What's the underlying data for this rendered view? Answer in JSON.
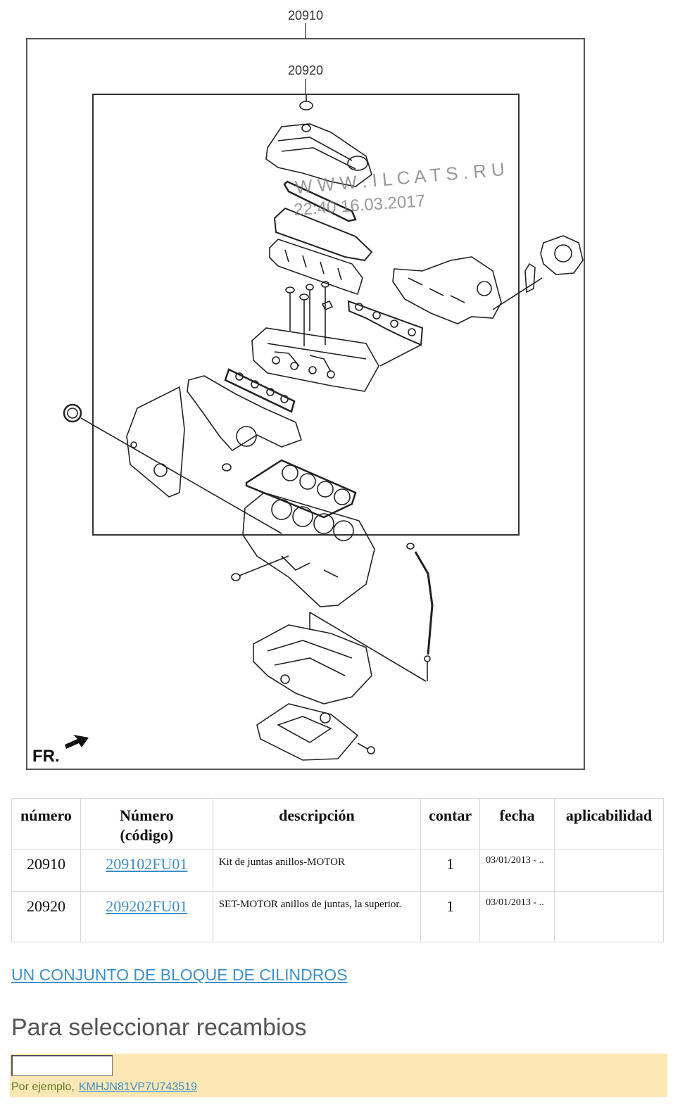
{
  "diagram": {
    "outer_label": "20910",
    "inner_label": "20920",
    "watermark_site": "W W W . I L C A T S . R U",
    "watermark_date": "22:40 16.03.2017",
    "front_label": "FR."
  },
  "table": {
    "headers": {
      "numero": "número",
      "codigo_line1": "Número",
      "codigo_line2": "(código)",
      "descripcion": "descripción",
      "contar": "contar",
      "fecha": "fecha",
      "aplicabilidad": "aplicabilidad"
    },
    "rows": [
      {
        "numero": "20910",
        "codigo": "209102FU01",
        "descripcion": "Kit de juntas anillos-MOTOR",
        "contar": "1",
        "fecha": "03/01/2013 - ..",
        "aplicabilidad": ""
      },
      {
        "numero": "20920",
        "codigo": "209202FU01",
        "descripcion": "SET-MOTOR anillos de juntas, la superior.",
        "contar": "1",
        "fecha": "03/01/2013 - ..",
        "aplicabilidad": ""
      }
    ]
  },
  "group_link": "UN CONJUNTO DE BLOQUE DE CILINDROS",
  "select_title": "Para seleccionar recambios",
  "vin": {
    "value": "",
    "example_prefix": "Por ejemplo,",
    "example_vin": "KMHJN81VP7U743519"
  },
  "colors": {
    "link": "#3d8fc9",
    "vin_bar": "#fde7b5",
    "example_text": "#5a7a2a"
  }
}
